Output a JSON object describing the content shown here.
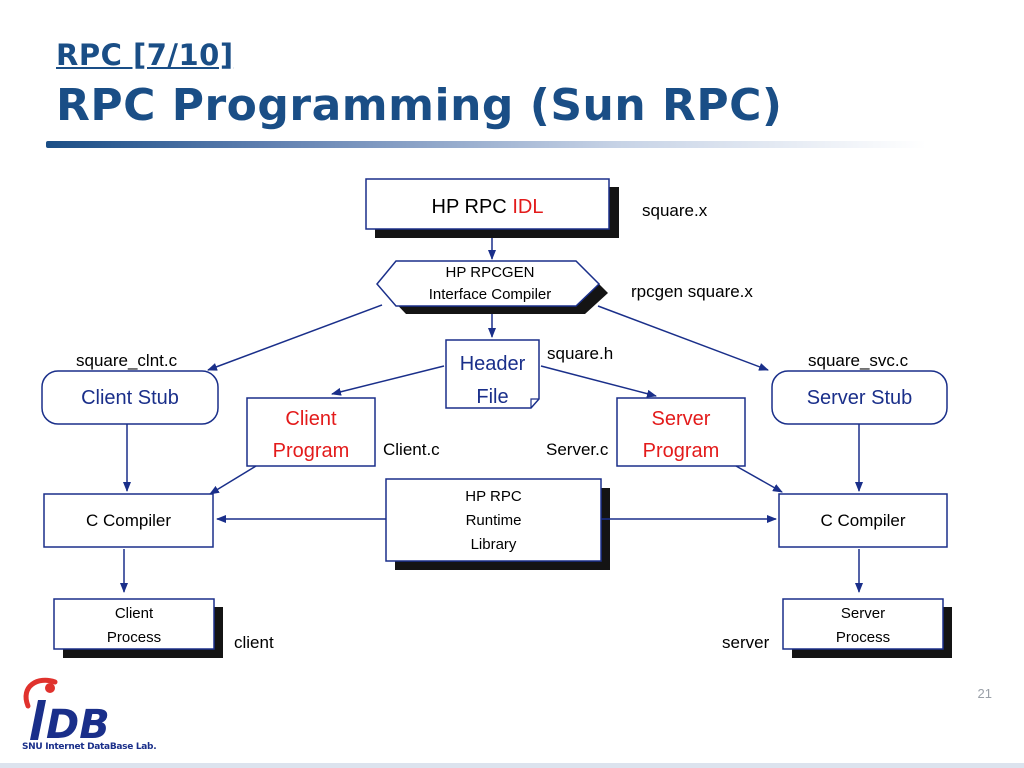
{
  "slide": {
    "subtitle": "RPC [7/10]",
    "title": "RPC Programming (Sun RPC)",
    "page_number": "21"
  },
  "diagram": {
    "idl_box": {
      "prefix": "HP RPC ",
      "highlight": "IDL"
    },
    "idl_file": "square.x",
    "rpcgen_box": {
      "line1": "HP RPCGEN",
      "line2": "Interface Compiler"
    },
    "rpcgen_cmd": "rpcgen square.x",
    "client_stub_file": "square_clnt.c",
    "client_stub": "Client Stub",
    "header_box": {
      "line1": "Header",
      "line2": "File"
    },
    "header_file": "square.h",
    "server_stub_file": "square_svc.c",
    "server_stub": "Server Stub",
    "client_program": {
      "line1": "Client",
      "line2": "Program"
    },
    "client_program_file": "Client.c",
    "server_program": {
      "line1": "Server",
      "line2": "Program"
    },
    "server_program_file": "Server.c",
    "runtime_box": {
      "line1": "HP RPC",
      "line2": "Runtime",
      "line3": "Library"
    },
    "left_compiler": "C Compiler",
    "right_compiler": "C Compiler",
    "client_process": {
      "line1": "Client",
      "line2": "Process"
    },
    "client_binary": "client",
    "server_process": {
      "line1": "Server",
      "line2": "Process"
    },
    "server_binary": "server",
    "colors": {
      "title": "#1a4e86",
      "box_border": "#1a2f8a",
      "shadow": "#141414",
      "accent_red": "#e31b1b",
      "arrow": "#1a2f8a"
    }
  },
  "logo": {
    "mark": "iDB",
    "caption": "SNU Internet DataBase Lab."
  }
}
